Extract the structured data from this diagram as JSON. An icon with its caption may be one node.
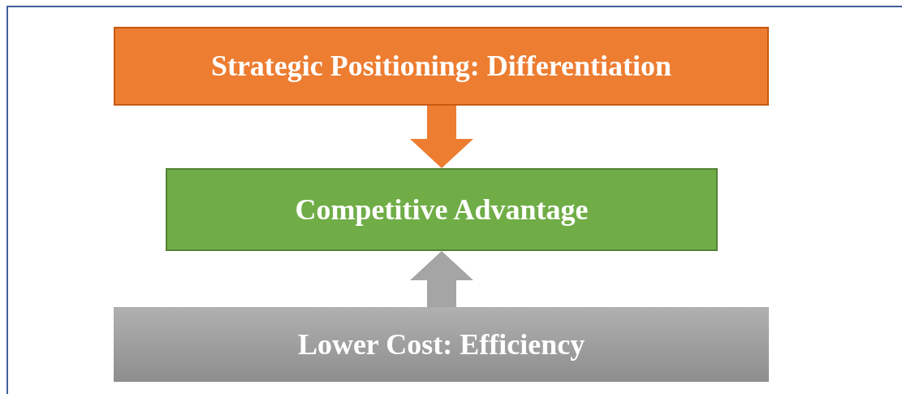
{
  "diagram": {
    "nodes": [
      {
        "text": [
          "Strategic Positioning: Differentiation"
        ]
      },
      {
        "text": [
          "Competitive Advantage"
        ]
      },
      {
        "text": [
          "Lower Cost: Efficiency"
        ]
      }
    ],
    "edges": [
      {
        "from": 0,
        "to": 1,
        "arrow": "to",
        "color": "#ed7d31"
      },
      {
        "from": 2,
        "to": 1,
        "arrow": "to",
        "color": "#a5a5a5"
      }
    ]
  }
}
